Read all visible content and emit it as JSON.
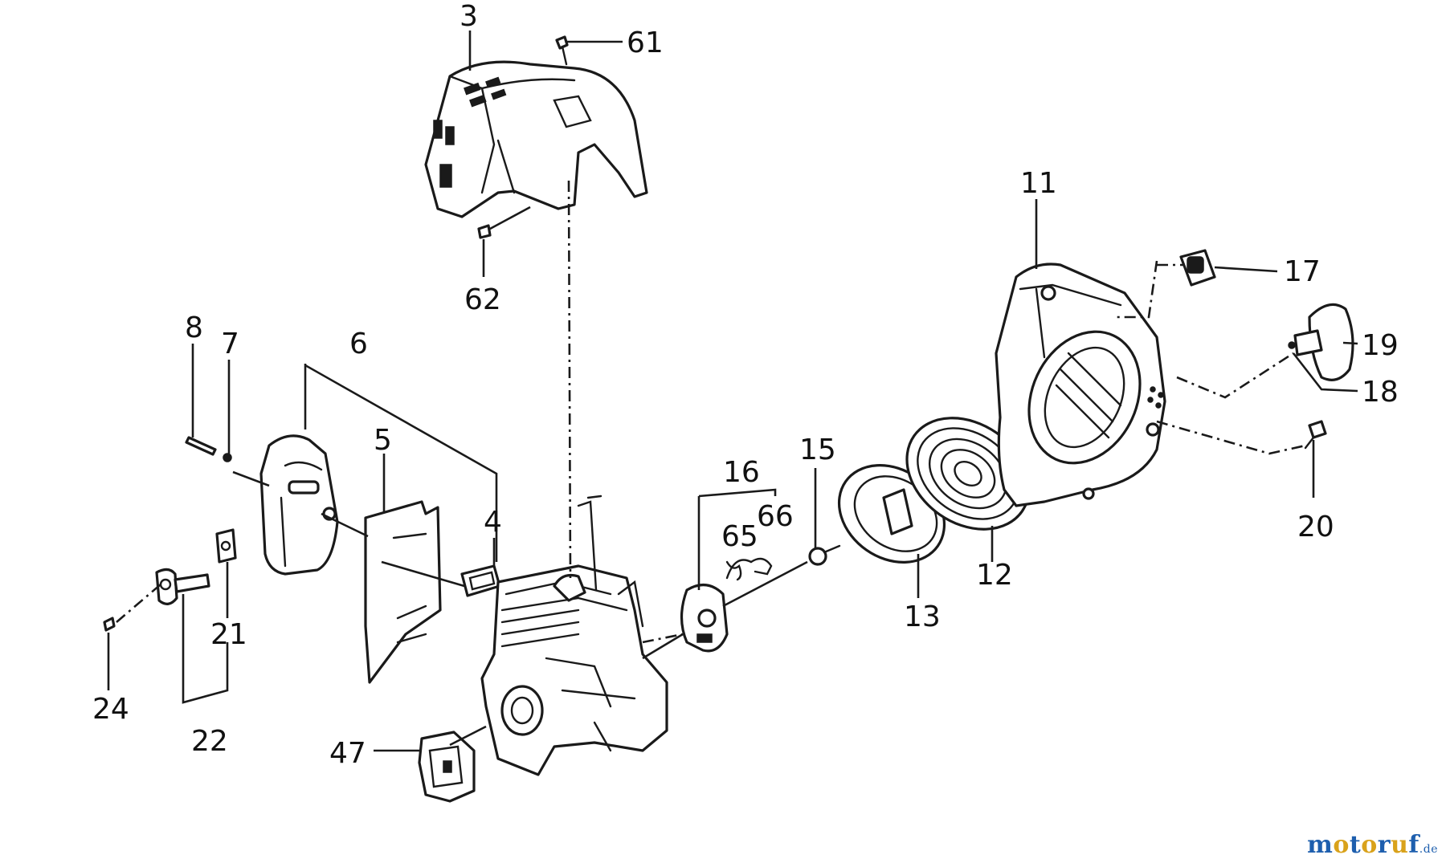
{
  "callouts": [
    {
      "id": "3",
      "label": "3"
    },
    {
      "id": "61",
      "label": "61"
    },
    {
      "id": "62",
      "label": "62"
    },
    {
      "id": "11",
      "label": "11"
    },
    {
      "id": "17",
      "label": "17"
    },
    {
      "id": "19",
      "label": "19"
    },
    {
      "id": "18",
      "label": "18"
    },
    {
      "id": "20",
      "label": "20"
    },
    {
      "id": "8",
      "label": "8"
    },
    {
      "id": "7",
      "label": "7"
    },
    {
      "id": "6",
      "label": "6"
    },
    {
      "id": "5",
      "label": "5"
    },
    {
      "id": "4",
      "label": "4"
    },
    {
      "id": "16",
      "label": "16"
    },
    {
      "id": "15",
      "label": "15"
    },
    {
      "id": "65",
      "label": "65"
    },
    {
      "id": "66",
      "label": "66"
    },
    {
      "id": "13",
      "label": "13"
    },
    {
      "id": "12",
      "label": "12"
    },
    {
      "id": "21",
      "label": "21"
    },
    {
      "id": "24",
      "label": "24"
    },
    {
      "id": "22",
      "label": "22"
    },
    {
      "id": "47",
      "label": "47"
    }
  ],
  "watermark": {
    "letters": [
      {
        "ch": "m",
        "color": "#1e5fae"
      },
      {
        "ch": "o",
        "color": "#d9a21b"
      },
      {
        "ch": "t",
        "color": "#1e5fae"
      },
      {
        "ch": "o",
        "color": "#d9a21b"
      },
      {
        "ch": "r",
        "color": "#1e5fae"
      },
      {
        "ch": "u",
        "color": "#d9a21b"
      },
      {
        "ch": "f",
        "color": "#1e5fae"
      }
    ],
    "suffix": ".de",
    "suffix_color": "#1e5fae"
  }
}
